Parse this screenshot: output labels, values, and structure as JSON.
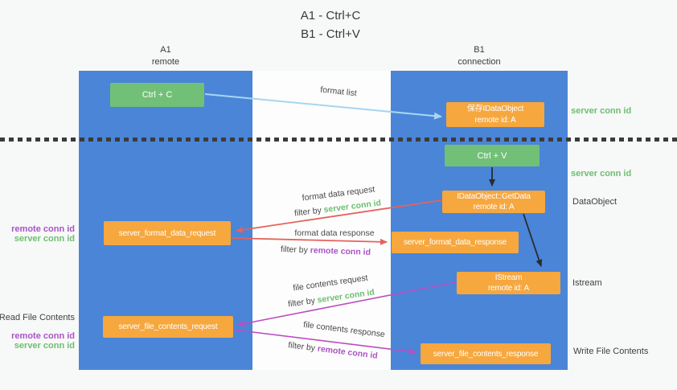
{
  "title": {
    "line1": "A1 - Ctrl+C",
    "line2": "B1 - Ctrl+V"
  },
  "lanes": {
    "a1": {
      "name": "A1",
      "subtitle": "remote"
    },
    "b1": {
      "name": "B1",
      "subtitle": "connection"
    }
  },
  "boxes": {
    "ctrl_c": {
      "label": "Ctrl + C"
    },
    "ctrl_v": {
      "label": "Ctrl + V"
    },
    "save_idataobject": {
      "line1": "保存IDataObject",
      "line2": "remote id: A"
    },
    "getdata": {
      "line1": "IDataObject::GetData",
      "line2": "remote id: A"
    },
    "istream": {
      "line1": "IStream",
      "line2": "remote id: A"
    },
    "server_format_data_request": {
      "label": "server_format_data_request"
    },
    "server_format_data_response": {
      "label": "server_format_data_response"
    },
    "server_file_contents_request": {
      "label": "server_file_contents_request"
    },
    "server_file_contents_response": {
      "label": "server_file_contents_response"
    }
  },
  "arrow_labels": {
    "format_list": "format list",
    "format_data_request": "format data request",
    "format_data_response": "format data response",
    "file_contents_request": "file contents request",
    "file_contents_response": "file contents response",
    "filter_by": "filter by"
  },
  "side_labels": {
    "server_conn_id": "server conn id",
    "remote_conn_id": "remote conn id",
    "dataobject": "DataObject",
    "istream": "Istream",
    "read_file_contents": "Read File Contents",
    "write_file_contents": "Write File Contents"
  },
  "colors": {
    "lane_blue": "#4a85d8",
    "box_green": "#72c078",
    "box_orange": "#f6a73e",
    "conn_id_green": "#6cbf70",
    "conn_id_purple": "#ab53c6",
    "arrow_red": "#e4635c",
    "arrow_magenta": "#bb4ec0",
    "arrow_lightblue": "#a9d5ef",
    "arrow_black": "#2b2b2b"
  }
}
